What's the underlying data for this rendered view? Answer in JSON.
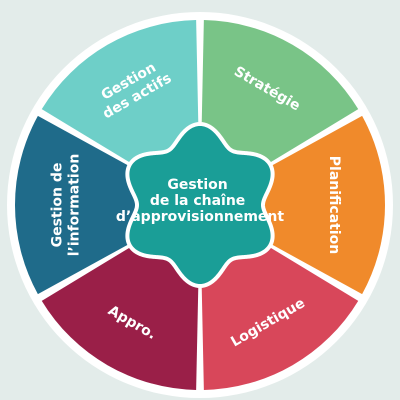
{
  "diagram": {
    "center_label_lines": [
      "Gestion",
      "de la chaîne",
      "d’approvisionnement"
    ],
    "center_color": "#1a9e97",
    "background_color": "#e3ecea",
    "ring_color": "#ffffff",
    "segments": [
      {
        "id": "gestion-des-actifs",
        "lines": [
          "Gestion",
          "des actifs"
        ],
        "color": "#6ecfc8"
      },
      {
        "id": "strategie",
        "lines": [
          "Stratégie"
        ],
        "color": "#79c487"
      },
      {
        "id": "planification",
        "lines": [
          "Planification"
        ],
        "color": "#f08a2b"
      },
      {
        "id": "logistique",
        "lines": [
          "Logistique"
        ],
        "color": "#d8475a"
      },
      {
        "id": "appro",
        "lines": [
          "Appro."
        ],
        "color": "#9a1f48"
      },
      {
        "id": "gestion-de-l-information",
        "lines": [
          "Gestion de",
          "l’information"
        ],
        "color": "#1f6b8a"
      }
    ]
  }
}
